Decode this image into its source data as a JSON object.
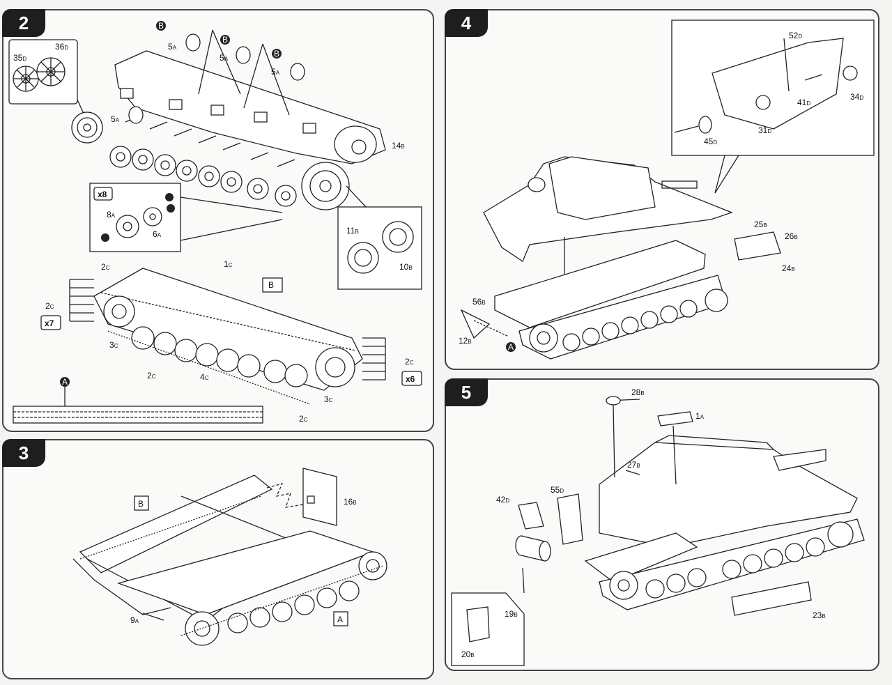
{
  "steps": [
    {
      "number": "2"
    },
    {
      "number": "3"
    },
    {
      "number": "4"
    },
    {
      "number": "5"
    }
  ],
  "step2": {
    "labels": {
      "p35": "35",
      "p35s": "D",
      "p36": "36",
      "p36s": "D",
      "p5a": "5",
      "p5as": "A",
      "p5b": "5",
      "p5bs": "A",
      "p5c": "5",
      "p5cs": "A",
      "p5d": "5",
      "p5ds": "A",
      "p14": "14",
      "p14s": "B",
      "p8": "8",
      "p8s": "A",
      "p6": "6",
      "p6s": "A",
      "p11": "11",
      "p11s": "B",
      "p10": "10",
      "p10s": "B",
      "p1c": "1",
      "p1cs": "C",
      "p2c_top": "2",
      "p2c_tops": "C",
      "p2c_left": "2",
      "p2c_lefts": "C",
      "p3c_left": "3",
      "p3c_lefts": "C",
      "p2c_mid": "2",
      "p2c_mids": "C",
      "p4c": "4",
      "p4cs": "C",
      "p2c_right": "2",
      "p2c_rights": "C",
      "p3c_right": "3",
      "p3c_rights": "C",
      "p2c_bottom": "2",
      "p2c_bottoms": "C",
      "boxB": "B",
      "x8": "x8",
      "x7": "x7",
      "x6": "x6",
      "markerA": "A"
    }
  },
  "step3": {
    "labels": {
      "boxB": "B",
      "boxA": "A",
      "p16": "16",
      "p16s": "B",
      "p9": "9",
      "p9s": "A"
    }
  },
  "step4": {
    "labels": {
      "p52": "52",
      "p52s": "D",
      "p41": "41",
      "p41s": "D",
      "p34": "34",
      "p34s": "D",
      "p31": "31",
      "p31s": "D",
      "p45": "45",
      "p45s": "D",
      "p25": "25",
      "p25s": "B",
      "p26": "26",
      "p26s": "B",
      "p24": "24",
      "p24s": "B",
      "p56": "56",
      "p56s": "B",
      "p12": "12",
      "p12s": "B",
      "markerA": "A"
    }
  },
  "step5": {
    "labels": {
      "p28": "28",
      "p28s": "B",
      "p1a": "1",
      "p1as": "A",
      "p27": "27",
      "p27s": "B",
      "p42": "42",
      "p42s": "D",
      "p55": "55",
      "p55s": "D",
      "p19": "19",
      "p19s": "B",
      "p20": "20",
      "p20s": "B",
      "p23": "23",
      "p23s": "B"
    }
  },
  "markers": {
    "b": "B",
    "a": "A"
  }
}
